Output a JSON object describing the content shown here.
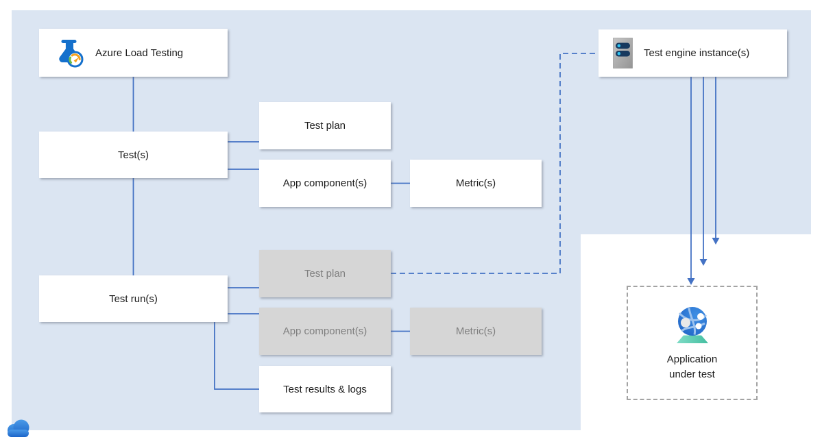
{
  "diagram": {
    "nodes": {
      "azure_load_testing": "Azure Load Testing",
      "test_engine_instances": "Test engine instance(s)",
      "tests": "Test(s)",
      "test_plan": "Test plan",
      "app_components": "App component(s)",
      "metrics": "Metric(s)",
      "test_runs": "Test run(s)",
      "test_plan_run": "Test plan",
      "app_components_run": "App component(s)",
      "metrics_run": "Metric(s)",
      "test_results_logs": "Test results & logs",
      "application_under_test": "Application under test"
    },
    "icons": [
      "load-testing-flask-icon",
      "server-icon",
      "globe-icon",
      "azure-cloud-icon"
    ],
    "colors": {
      "cloud_boundary_fill": "#dbe5f2",
      "connector_blue": "#4472c4",
      "inactive_fill": "#d6d6d6",
      "inactive_text": "#7f7f7f",
      "node_fill": "#ffffff",
      "node_text": "#1c1c1c",
      "dashed_border_gray": "#a3a3a3",
      "globe_stand_teal": "#55c8ad",
      "cloud_icon_blue": "#2e80d8",
      "server_bar_navy": "#17395f",
      "server_dot_cyan": "#2fc5f2",
      "gauge_orange": "#f6a21d",
      "gauge_green": "#6cbe45"
    }
  }
}
